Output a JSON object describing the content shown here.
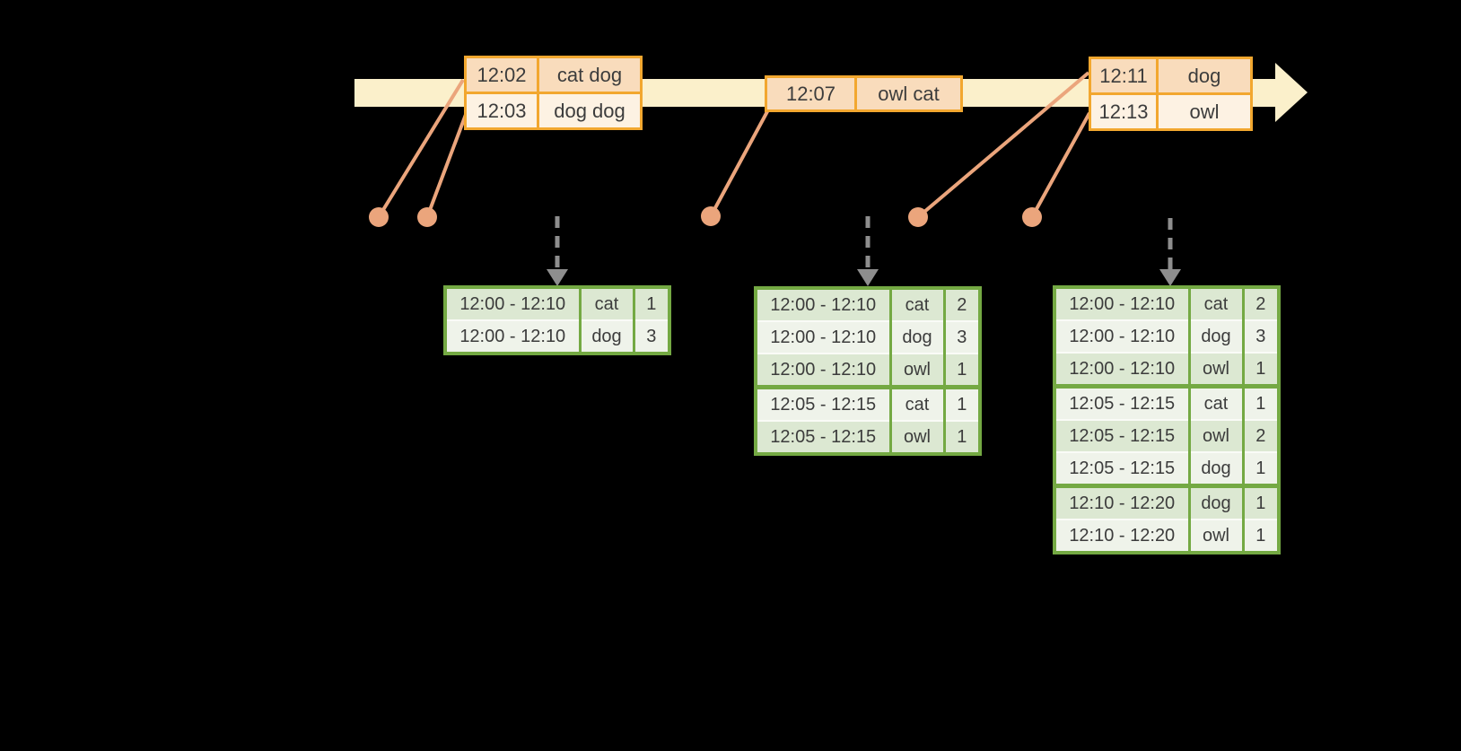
{
  "colors": {
    "background": "#000000",
    "event_border": "#F2A72F",
    "event_row_fill_dark": "#F9DCBC",
    "event_row_fill_light": "#FDF2E3",
    "timeline_bar": "#FBF0CB",
    "connector": "#EBA57C",
    "trigger_arrow": "#8E8E8E",
    "result_border": "#74A943",
    "result_row_fill_dark": "#DCE8D2",
    "result_row_fill_light": "#EFF3EA",
    "text": "#3C3C3C"
  },
  "event_tables": [
    {
      "rows": [
        {
          "time": "12:02",
          "words": "cat dog"
        },
        {
          "time": "12:03",
          "words": "dog dog"
        }
      ]
    },
    {
      "rows": [
        {
          "time": "12:07",
          "words": "owl cat"
        }
      ]
    },
    {
      "rows": [
        {
          "time": "12:11",
          "words": "dog"
        },
        {
          "time": "12:13",
          "words": "owl"
        }
      ]
    }
  ],
  "result_tables": [
    {
      "rows": [
        {
          "window": "12:00 - 12:10",
          "word": "cat",
          "count": "1"
        },
        {
          "window": "12:00 - 12:10",
          "word": "dog",
          "count": "3"
        }
      ]
    },
    {
      "rows": [
        {
          "window": "12:00 - 12:10",
          "word": "cat",
          "count": "2"
        },
        {
          "window": "12:00 - 12:10",
          "word": "dog",
          "count": "3"
        },
        {
          "window": "12:00 - 12:10",
          "word": "owl",
          "count": "1"
        },
        {
          "window": "12:05 - 12:15",
          "word": "cat",
          "count": "1"
        },
        {
          "window": "12:05 - 12:15",
          "word": "owl",
          "count": "1"
        }
      ]
    },
    {
      "rows": [
        {
          "window": "12:00 - 12:10",
          "word": "cat",
          "count": "2"
        },
        {
          "window": "12:00 - 12:10",
          "word": "dog",
          "count": "3"
        },
        {
          "window": "12:00 - 12:10",
          "word": "owl",
          "count": "1"
        },
        {
          "window": "12:05 - 12:15",
          "word": "cat",
          "count": "1"
        },
        {
          "window": "12:05 - 12:15",
          "word": "owl",
          "count": "2"
        },
        {
          "window": "12:05 - 12:15",
          "word": "dog",
          "count": "1"
        },
        {
          "window": "12:10 - 12:20",
          "word": "dog",
          "count": "1"
        },
        {
          "window": "12:10 - 12:20",
          "word": "owl",
          "count": "1"
        }
      ]
    }
  ]
}
